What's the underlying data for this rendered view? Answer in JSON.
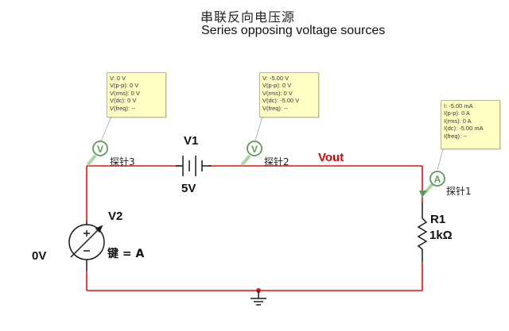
{
  "title": {
    "chinese": "串联反向电压源",
    "english": "Series opposing voltage sources"
  },
  "colors": {
    "wire": "#e81010",
    "component": "#1a1a1a",
    "probe": "#5c9a5c",
    "probe_lead": "#a8d8a0",
    "tooltip_bg": "#ffffc4",
    "net_label": "#e00000"
  },
  "components": {
    "v1": {
      "name": "V1",
      "value": "5V",
      "type": "dc-battery"
    },
    "v2": {
      "name": "V2",
      "key_label": "键 = A",
      "side_label": "0V",
      "type": "variable-voltage-source"
    },
    "r1": {
      "name": "R1",
      "value": "1kΩ",
      "type": "resistor"
    },
    "ground": {
      "type": "ground"
    }
  },
  "net_labels": {
    "vout": "Vout"
  },
  "probes": [
    {
      "id": "probe3",
      "label": "探针3",
      "symbol": "V",
      "readings": [
        "V: 0 V",
        "V(p-p): 0 V",
        "V(rms): 0 V",
        "V(dc): 0 V",
        "V(freq): --"
      ]
    },
    {
      "id": "probe2",
      "label": "探针2",
      "symbol": "V",
      "readings": [
        "V: -5.00 V",
        "V(p-p): 0 V",
        "V(rms): 0 V",
        "V(dc): -5.00 V",
        "V(freq): --"
      ]
    },
    {
      "id": "probe1",
      "label": "探针1",
      "symbol": "A",
      "readings": [
        "I: -5.00 mA",
        "I(p-p): 0 A",
        "I(rms): 0 A",
        "I(dc): -5.00 mA",
        "I(freq): --"
      ]
    }
  ]
}
